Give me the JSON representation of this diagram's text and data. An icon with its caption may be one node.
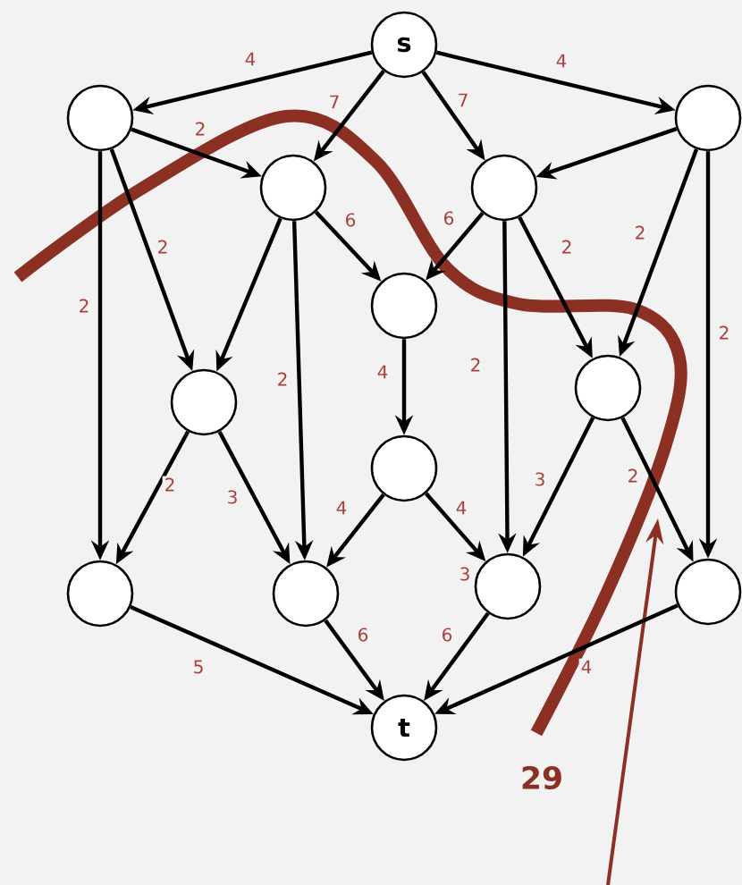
{
  "diagram": {
    "nodes": [
      {
        "text": [
          "s"
        ]
      },
      {
        "text": [],
        "shape": "circle"
      },
      {
        "text": [],
        "shape": "circle"
      },
      {
        "text": [],
        "shape": "circle"
      },
      {
        "text": [],
        "shape": "circle"
      },
      {
        "text": [],
        "shape": "circle"
      },
      {
        "text": [],
        "shape": "circle"
      },
      {
        "text": [],
        "shape": "circle"
      },
      {
        "text": [],
        "shape": "circle"
      },
      {
        "text": [],
        "shape": "circle"
      },
      {
        "text": [],
        "shape": "circle"
      },
      {
        "text": [],
        "shape": "circle"
      },
      {
        "text": [],
        "shape": "circle"
      },
      {
        "text": [
          "t"
        ]
      }
    ],
    "edges": [
      {
        "from": 0,
        "to": 1,
        "arrow": "to",
        "label": "4"
      },
      {
        "from": 0,
        "to": 3,
        "arrow": "to",
        "label": "7"
      },
      {
        "from": 0,
        "to": 4,
        "arrow": "to",
        "label": "7"
      },
      {
        "from": 0,
        "to": 2,
        "arrow": "to",
        "label": "4"
      },
      {
        "from": 1,
        "to": 3,
        "arrow": "to",
        "label": "2"
      },
      {
        "from": 1,
        "to": 6,
        "arrow": "to",
        "label": "2"
      },
      {
        "from": 1,
        "to": 9,
        "arrow": "to",
        "label": "2"
      },
      {
        "from": 3,
        "to": 6,
        "arrow": "to"
      },
      {
        "from": 3,
        "to": 5,
        "arrow": "to",
        "label": "6"
      },
      {
        "from": 3,
        "to": 10,
        "arrow": "to",
        "label": "2"
      },
      {
        "from": 4,
        "to": 5,
        "arrow": "to",
        "label": "6"
      },
      {
        "from": 4,
        "to": 11,
        "arrow": "to",
        "label": "2"
      },
      {
        "from": 4,
        "to": 7,
        "arrow": "to",
        "label": "2"
      },
      {
        "from": 2,
        "to": 4,
        "arrow": "to"
      },
      {
        "from": 2,
        "to": 7,
        "arrow": "to",
        "label": "2"
      },
      {
        "from": 2,
        "to": 12,
        "arrow": "to",
        "label": "2"
      },
      {
        "from": 5,
        "to": 8,
        "arrow": "to",
        "label": "4"
      },
      {
        "from": 6,
        "to": 9,
        "arrow": "to",
        "label": "2"
      },
      {
        "from": 6,
        "to": 10,
        "arrow": "to",
        "label": "3"
      },
      {
        "from": 8,
        "to": 10,
        "arrow": "to",
        "label": "4"
      },
      {
        "from": 8,
        "to": 11,
        "arrow": "to",
        "label": "4"
      },
      {
        "from": 7,
        "to": 11,
        "arrow": "to",
        "label": "3"
      },
      {
        "from": 7,
        "to": 12,
        "arrow": "to",
        "label": "2"
      },
      {
        "from": 9,
        "to": 13,
        "arrow": "to",
        "label": "5"
      },
      {
        "from": 10,
        "to": 13,
        "arrow": "to",
        "label": "6"
      },
      {
        "from": 11,
        "to": 13,
        "arrow": "to",
        "label": "6"
      },
      {
        "from": 12,
        "to": 13,
        "arrow": "to",
        "label": "4"
      }
    ],
    "labels": [
      "3",
      "29"
    ]
  }
}
